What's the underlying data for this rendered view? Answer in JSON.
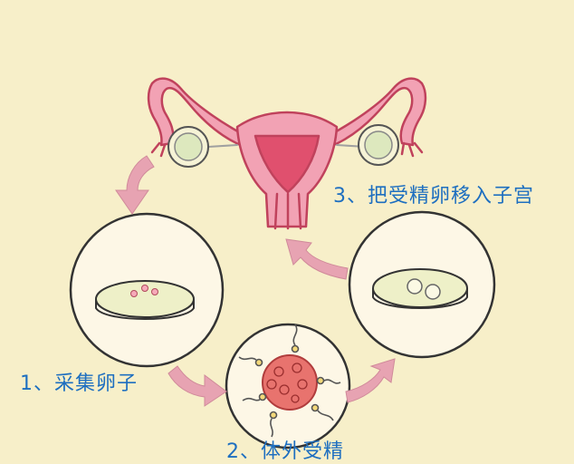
{
  "steps": {
    "step1": "1、采集卵子",
    "step2": "2、体外受精",
    "step3": "3、把受精卵移入子宫"
  },
  "colors": {
    "background": "#f7efc9",
    "uterus_outline": "#c0425c",
    "uterus_fill": "#f2a2b4",
    "uterus_inner": "#e0506e",
    "ovary_fill": "#e0ebc4",
    "dish_fill": "#eef0c8",
    "egg_fill": "#f6a9b9",
    "arrow_fill": "#e7a3b2",
    "label_text": "#1e6fc0"
  },
  "icons": [
    "uterus-icon",
    "ovary-icon",
    "petri-dish-icon",
    "fertilized-egg-icon",
    "sperm-icon",
    "curved-arrow-icon"
  ]
}
